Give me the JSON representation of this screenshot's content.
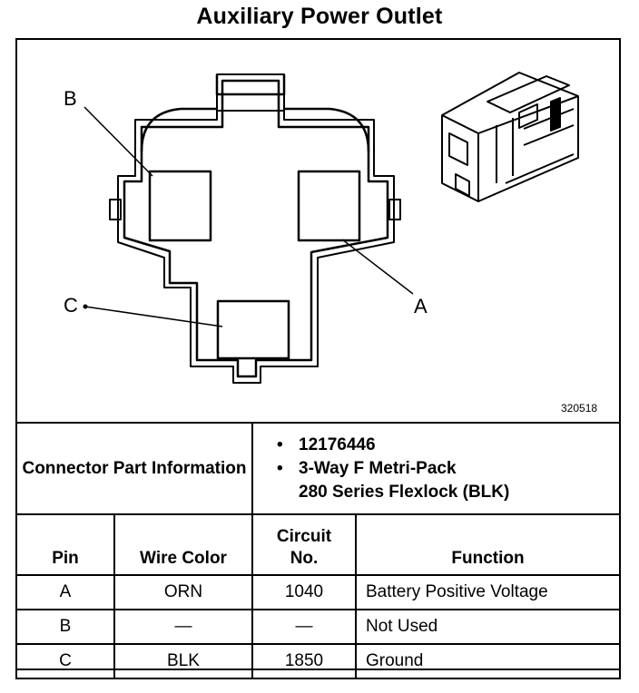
{
  "title": "Auxiliary Power Outlet",
  "figure_id": "320518",
  "callouts": {
    "a": "A",
    "b": "B",
    "c": "C"
  },
  "connector": {
    "label": "Connector Part Information",
    "part_number": "12176446",
    "description_line1": "3-Way F Metri-Pack",
    "description_line2": "280 Series Flexlock (BLK)"
  },
  "table": {
    "headers": {
      "pin": "Pin",
      "wire_color": "Wire Color",
      "circuit": "Circuit No.",
      "function": "Function"
    },
    "rows": [
      {
        "pin": "A",
        "wire_color": "ORN",
        "circuit": "1040",
        "function": "Battery Positive Voltage"
      },
      {
        "pin": "B",
        "wire_color": "—",
        "circuit": "—",
        "function": "Not Used"
      },
      {
        "pin": "C",
        "wire_color": "BLK",
        "circuit": "1850",
        "function": "Ground"
      }
    ]
  }
}
